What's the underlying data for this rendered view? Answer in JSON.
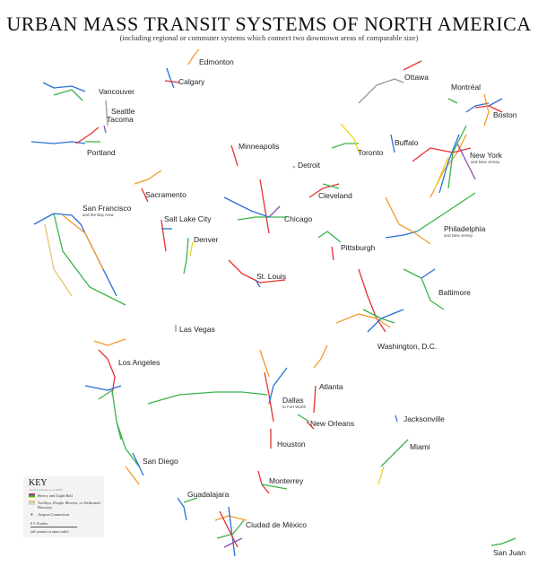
{
  "title": "URBAN MASS TRANSIT SYSTEMS OF NORTH AMERICA",
  "subtitle": "(including regional or commuter systems which connect two downtown areas of comparable size)",
  "cities": {
    "edmonton": "Edmonton",
    "calgary": "Calgary",
    "vancouver": "Vancouver",
    "seattle": "Seattle",
    "tacoma": "Tacoma",
    "portland": "Portland",
    "minneapolis": "Minneapolis",
    "detroit": "Detroit",
    "ottawa": "Ottawa",
    "montreal": "Montréal",
    "boston": "Boston",
    "buffalo": "Buffalo",
    "toronto": "Toronto",
    "new_york": "New York",
    "new_york_sub": "and New Jersey",
    "cleveland": "Cleveland",
    "sacramento": "Sacramento",
    "san_francisco": "San Francisco",
    "san_francisco_sub": "and the Bay Area",
    "salt_lake_city": "Salt Lake City",
    "chicago": "Chicago",
    "philadelphia": "Philadelphia",
    "philadelphia_sub": "and New Jersey",
    "denver": "Denver",
    "pittsburgh": "Pittsburgh",
    "st_louis": "St. Louis",
    "baltimore": "Baltimore",
    "las_vegas": "Las Vegas",
    "washington": "Washington, D.C.",
    "los_angeles": "Los Angeles",
    "atlanta": "Atlanta",
    "dallas": "Dallas",
    "dallas_sub": "to Fort Worth",
    "jacksonville": "Jacksonville",
    "new_orleans": "New Orleans",
    "houston": "Houston",
    "miami": "Miami",
    "san_diego": "San Diego",
    "monterrey": "Monterrey",
    "guadalajara": "Guadalajara",
    "mexico_city": "Ciudad de México",
    "san_juan": "San Juan"
  },
  "key": {
    "title": "KEY",
    "note": "current systems as of 2009",
    "rail": "Heavy and Light Rail",
    "trolley": "Trolleys, People Movers, or Dedicated Busways",
    "airport": "Airport Connection",
    "scale": "0    5    10 miles",
    "scale_note": "(all systems at same scale)"
  },
  "colors": {
    "red": "#e8312f",
    "blue": "#2a6fd6",
    "green": "#3bb34a",
    "orange": "#f39a2b",
    "yellow": "#f1d21a",
    "purple": "#8a4fb5",
    "grey": "#999999",
    "tan": "#e9c27a"
  }
}
